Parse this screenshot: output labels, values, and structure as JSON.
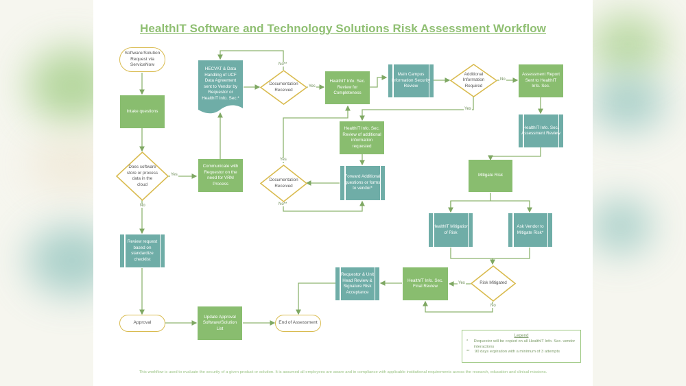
{
  "title": "HealthIT Software and Technology Solutions Risk Assessment Workflow",
  "colors": {
    "process_green": "#89bd6f",
    "subprocess_teal": "#6fada7",
    "decision_border": "#d9bb4f",
    "connector": "#8db36f",
    "title": "#8fbf72"
  },
  "nodes": {
    "request": "Software/Solution Request via ServiceNow",
    "intake": "Intake questions",
    "cloud_decision": "Does software store or process data in the cloud",
    "communicate": "Communicate with Requestor on the need for VRM Process",
    "hecvat": "HECVAT & Data Handling of UCF Data Agreement sent to Vendor by Requestor or HealthIT Info. Sec.*",
    "doc_received_1": "Documentation Received",
    "completeness": "HealthIT Info. Sec. Review for Completeness",
    "main_campus": "Main Campus Information Security Review",
    "additional_info": "Additional Information Required",
    "report_sent": "Assessment Report Sent to HealthIT Info. Sec.",
    "review_additional": "HealthIT Info. Sec. Review of additional information requested",
    "forward_questions": "Forward Additional questions or forms to vendor*",
    "doc_received_2": "Documentation Received",
    "assessment_review": "HealthIT Info. Sec. Assessment Review",
    "mitigate_risk": "Mitigate Risk",
    "healthit_mitigation": "HealthIT Mitigation of Risk",
    "ask_vendor": "Ask Vendor to Mitigate Risk*",
    "risk_mitigated": "Risk Mitigated",
    "final_review": "HealthIT Info. Sec. Final Review",
    "signature": "Requestor & Unit Head Review & Signature Risk Acceptance",
    "checklist": "Review request based on standardize checklist",
    "approval": "Approval",
    "update_list": "Update Approval Software/Solution List",
    "end": "End of Assessment"
  },
  "labels": {
    "yes_cloud": "Yes",
    "no_cloud": "No",
    "no_doc1": "No**",
    "yes_doc1": "Yes",
    "no_addl": "No",
    "yes_addl": "Yes",
    "yes_doc2": "Yes",
    "no_doc2": "No**",
    "yes_risk": "Yes",
    "no_risk": "No"
  },
  "legend": {
    "title": "Legend",
    "items": [
      {
        "mark": "*",
        "text": "Requestor will be copied on all HealthIT Info. Sec. vendor interactions"
      },
      {
        "mark": "**",
        "text": "90 days expiration with a minimum of 3 attempts"
      }
    ]
  },
  "footer": "This workflow is used to evaluate the security of a given product or solution.  It is assumed all employees are aware and in compliance with applicable  institutional requirements across the research, education and clinical missions."
}
